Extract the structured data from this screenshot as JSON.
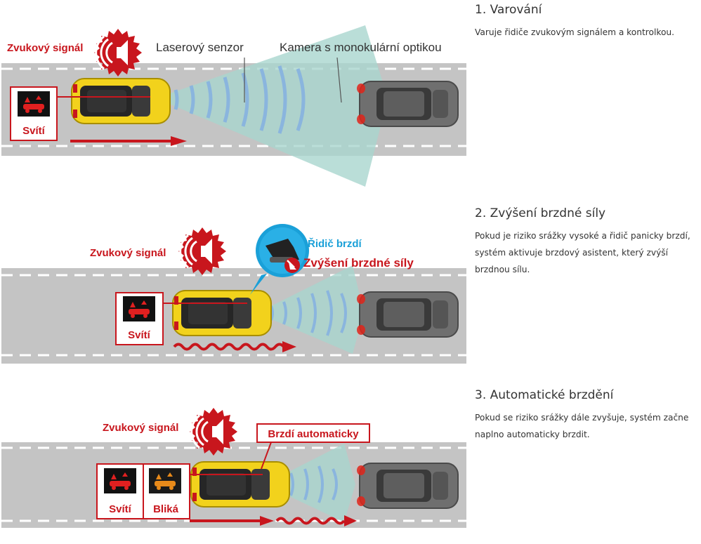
{
  "colors": {
    "accent_red": "#c8161d",
    "road_gray": "#c4c4c4",
    "car_yellow": "#f2d21c",
    "car_gray": "#6f6f6f",
    "camera_teal": "#a9d6ce",
    "sensor_blue": "#8ab5de",
    "driver_blue": "#1aa0d8"
  },
  "panel1": {
    "title": "1. Varování",
    "description": "Varuje řidiče zvukovým signálem a kontrolkou.",
    "sound_label": "Zvukový signál",
    "laser_label": "Laserový senzor",
    "camera_label": "Kamera s monokulární optikou",
    "lamp_status": "Svítí"
  },
  "panel2": {
    "title": "2. Zvýšení brzdné síly",
    "description_lines": [
      "Pokud je riziko srážky vysoké a řidič panicky brzdí,",
      "systém aktivuje brzdový asistent, který zvýší",
      "brzdnou sílu."
    ],
    "sound_label": "Zvukový signál",
    "driver_label": "Řidič brzdí",
    "boost_label": "Zvýšení brzdné síly",
    "lamp_status": "Svítí"
  },
  "panel3": {
    "title": "3. Automatické brzdění",
    "description_lines": [
      "Pokud se riziko srážky dále zvyšuje, systém začne",
      "naplno automaticky brzdit."
    ],
    "sound_label": "Zvukový signál",
    "auto_label": "Brzdí automaticky",
    "lamp_status_on": "Svítí",
    "lamp_status_blink": "Bliká"
  }
}
